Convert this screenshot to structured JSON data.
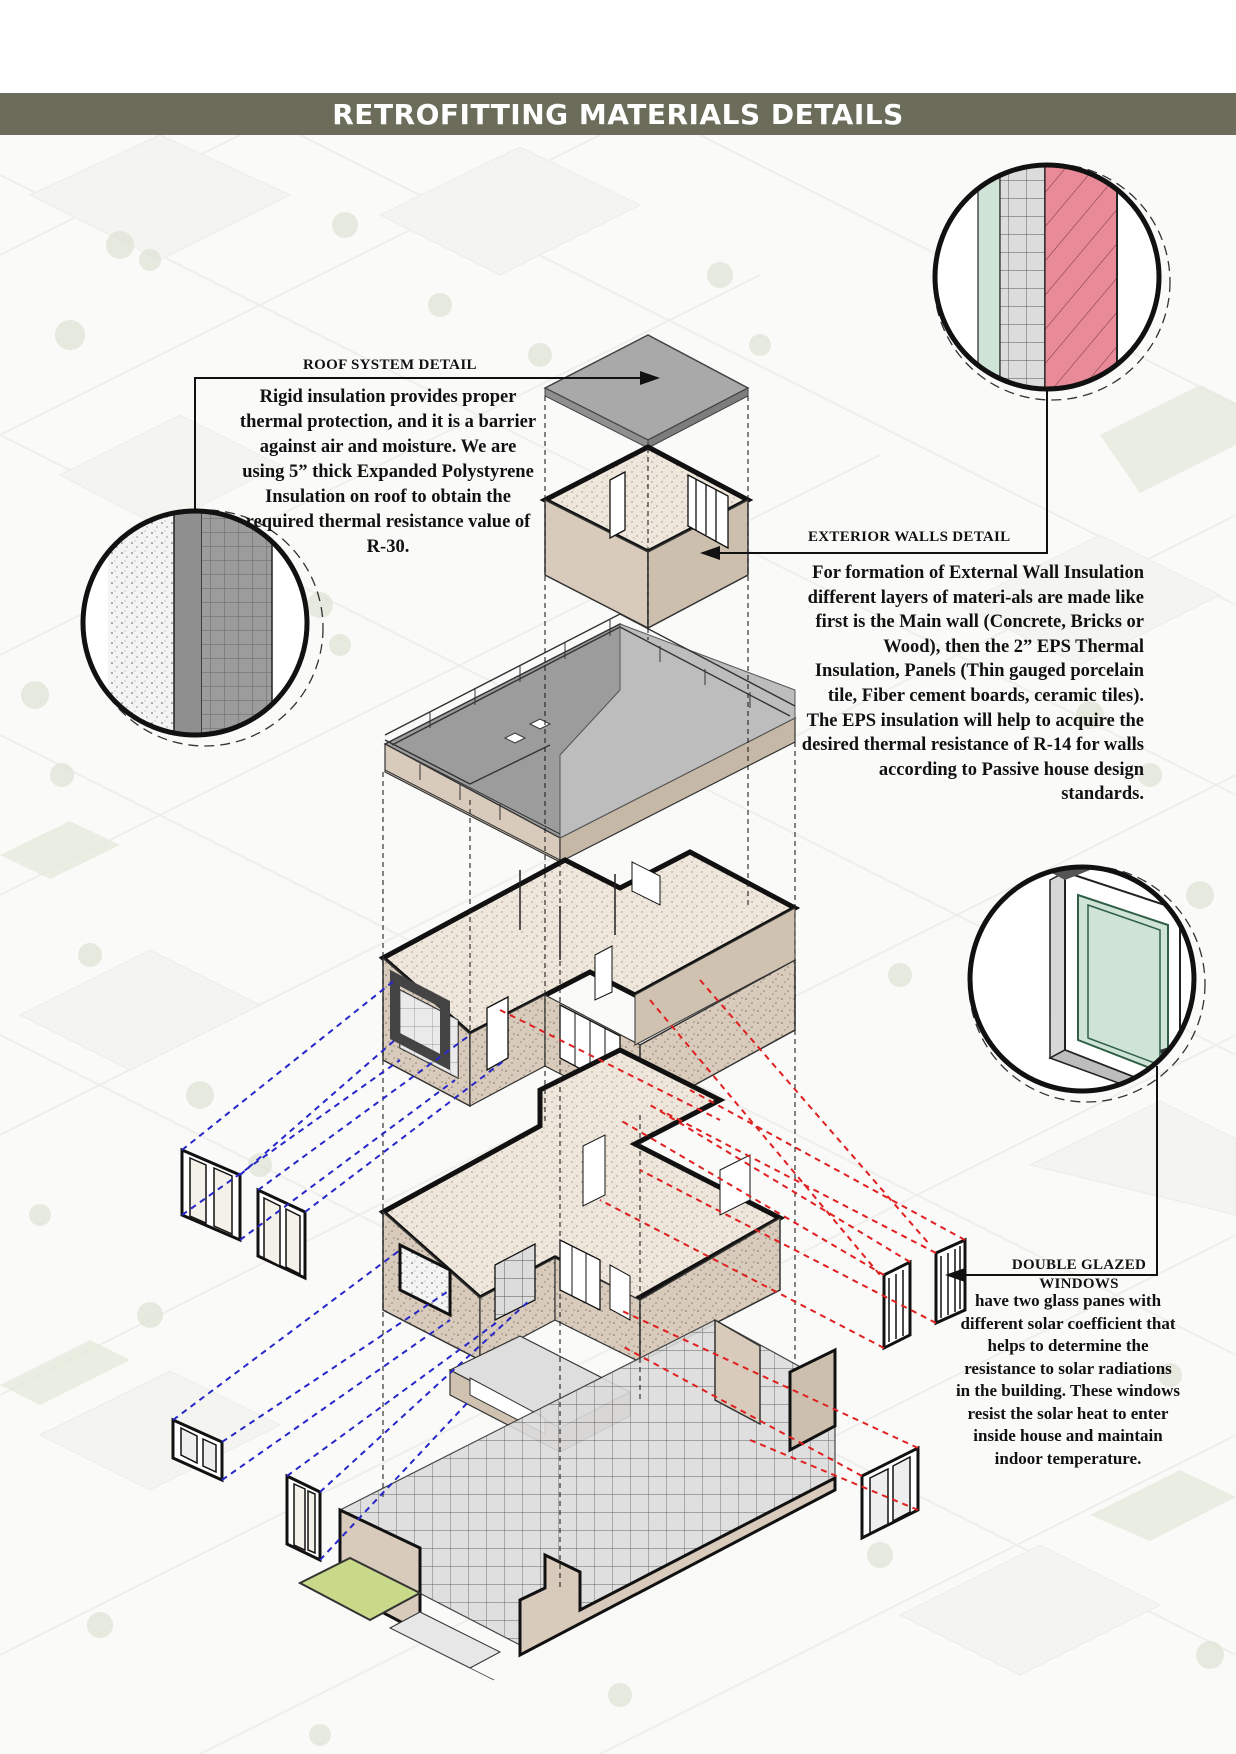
{
  "header": {
    "title": "RETROFITTING MATERIALS DETAILS",
    "bar_color": "#6b6d5a"
  },
  "roof_callout": {
    "title": "ROOF SYSTEM DETAIL",
    "body": "Rigid insulation provides proper thermal protection, and it is a barrier against air and moisture. We are using 5” thick Expanded Polystyrene Insulation on roof to obtain the required thermal resistance value of R-30."
  },
  "walls_callout": {
    "title": "EXTERIOR WALLS DETAIL",
    "body": "For formation of External Wall Insulation different layers of materi-als are made like first is the Main wall (Concrete, Bricks or Wood), then the 2” EPS Thermal Insulation, Panels (Thin gauged porcelain tile, Fiber cement boards, ceramic tiles). The EPS insulation will help to acquire the desired thermal resistance of R-14 for walls according to Passive house design standards."
  },
  "windows_callout": {
    "title": "DOUBLE GLAZED WINDOWS",
    "body": "have two glass panes with different solar coefficient that helps to determine the resistance to solar radiations in the building. These windows resist the solar heat to enter inside house and maintain indoor temperature."
  },
  "colors": {
    "wall_fill": "#d8cbbb",
    "wall_speckle": "#efe6dc",
    "roof_grey": "#a9a9a9",
    "insulation_pink": "#e98a98",
    "window_glass": "#cfe3d6",
    "grass": "#c9d98a",
    "link_blue": "#2727c9",
    "link_red": "#e02020",
    "map_tree": "#b9c2a2"
  }
}
